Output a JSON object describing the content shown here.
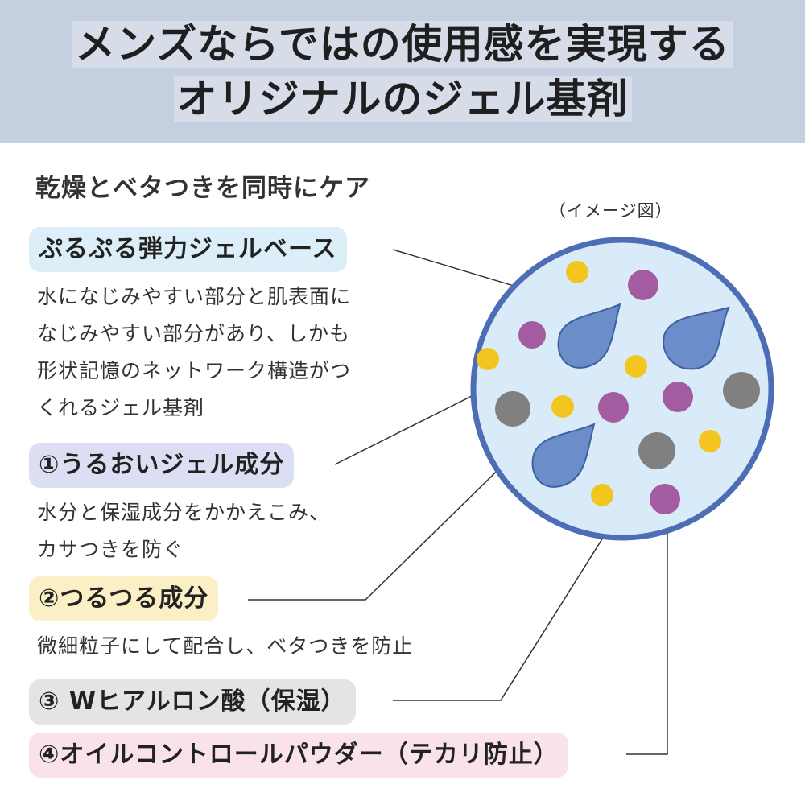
{
  "banner": {
    "line1": "メンズならではの使用感を実現する",
    "line2": "オリジナルのジェル基剤"
  },
  "subtitle": "乾燥とベタつきを同時にケア",
  "image_caption": "（イメージ図）",
  "items": [
    {
      "label": "ぷるぷる弾力ジェルベース",
      "desc": [
        "水になじみやすい部分と肌表面に",
        "なじみやすい部分があり、しかも",
        "形状記憶のネットワーク構造がつ",
        "くれるジェル基剤"
      ],
      "color": "#dceef8"
    },
    {
      "label": "①うるおいジェル成分",
      "desc": [
        "水分と保湿成分をかかえこみ、",
        "カサつきを防ぐ"
      ],
      "color": "#dcdff3"
    },
    {
      "label": "②つるつる成分",
      "desc": [
        "微細粒子にして配合し、ベタつきを防止"
      ],
      "color": "#fbefc6"
    },
    {
      "label": "③ Wヒアルロン酸（保湿）",
      "desc": [],
      "color": "#e4e4e4"
    },
    {
      "label": "④オイルコントロールパウダー（テカリ防止）",
      "desc": [],
      "color": "#f9e3e8"
    }
  ],
  "colors": {
    "banner_bg": "#c4cfdf",
    "circle_fill": "#d9eaf8",
    "circle_stroke": "#4d6db5",
    "droplet": "#6b8ecb",
    "yellow_dot": "#f2c61f",
    "purple_dot": "#a45ca0",
    "gray_dot": "#808080"
  }
}
